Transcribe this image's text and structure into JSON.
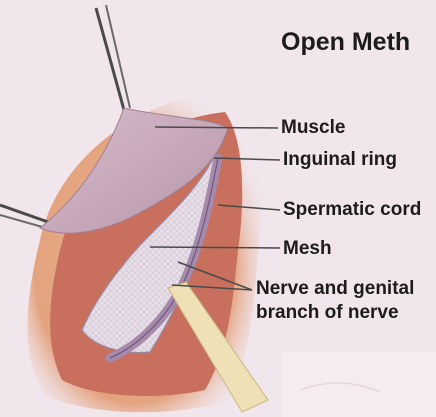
{
  "title": "Open Meth",
  "labels": {
    "muscle": "Muscle",
    "inguinal_ring": "Inguinal ring",
    "spermatic_cord": "Spermatic cord",
    "mesh": "Mesh",
    "nerve_line1": "Nerve and genital",
    "nerve_line2": "branch of nerve"
  },
  "colors": {
    "background": "#f1e6ec",
    "tissue_outer": "#e2a27f",
    "tissue_inner": "#c66a5a",
    "muscle": "#c8a6b8",
    "mesh": "#e6dbe6",
    "cord": "#a58aab",
    "retractor": "#efe0b6",
    "leader_line": "#4a4a4a"
  }
}
